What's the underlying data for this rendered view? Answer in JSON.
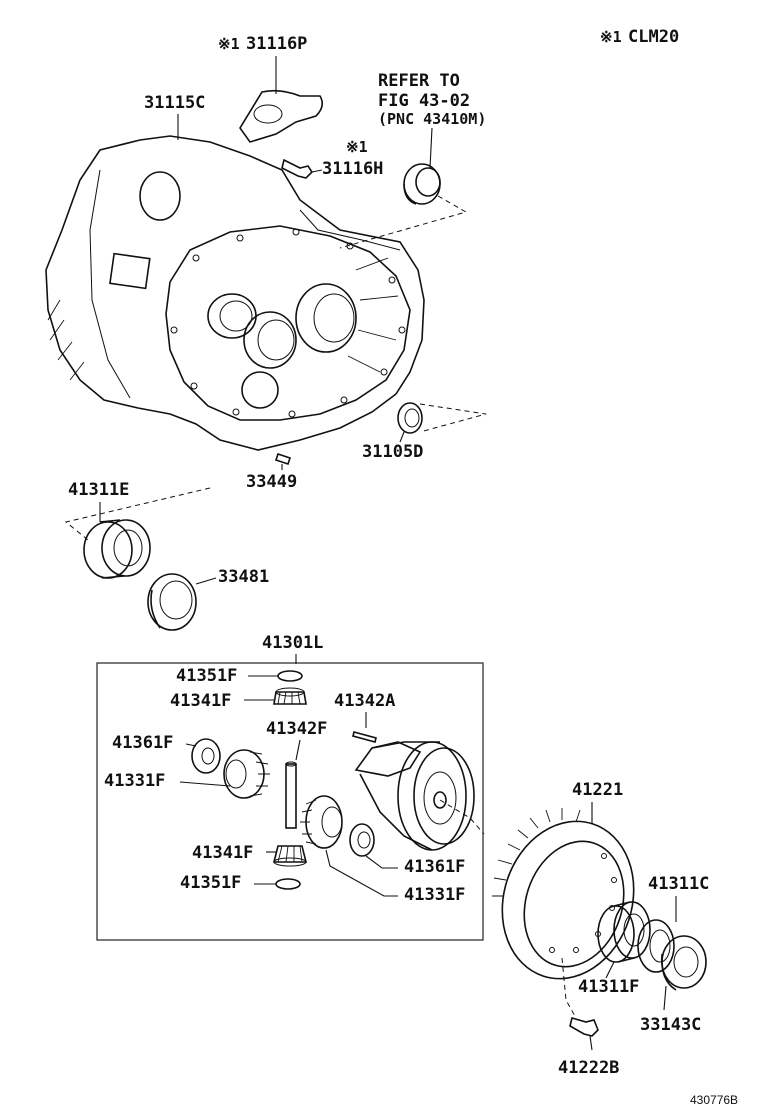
{
  "note": {
    "mark": "※1",
    "text": "CLM20"
  },
  "refer": {
    "line1": "REFER TO",
    "line2": "FIG 43-02",
    "line3": "(PNC 43410M)"
  },
  "labels": {
    "p31116P": {
      "mark": "※1",
      "text": "31116P"
    },
    "p31115C": "31115C",
    "p31116H": {
      "mark": "※1",
      "text": "31116H"
    },
    "p31105D": "31105D",
    "p33449": "33449",
    "p41311E": "41311E",
    "p33481": "33481",
    "p41301L": "41301L",
    "p41351F_top": "41351F",
    "p41341F_top": "41341F",
    "p41342A": "41342A",
    "p41342F": "41342F",
    "p41361F_left": "41361F",
    "p41331F_left": "41331F",
    "p41341F_bot": "41341F",
    "p41351F_bot": "41351F",
    "p41361F_right": "41361F",
    "p41331F_right": "41331F",
    "p41221": "41221",
    "p41311C": "41311C",
    "p41311F": "41311F",
    "p33143C": "33143C",
    "p41222B": "41222B"
  },
  "figure_code": "430776B"
}
